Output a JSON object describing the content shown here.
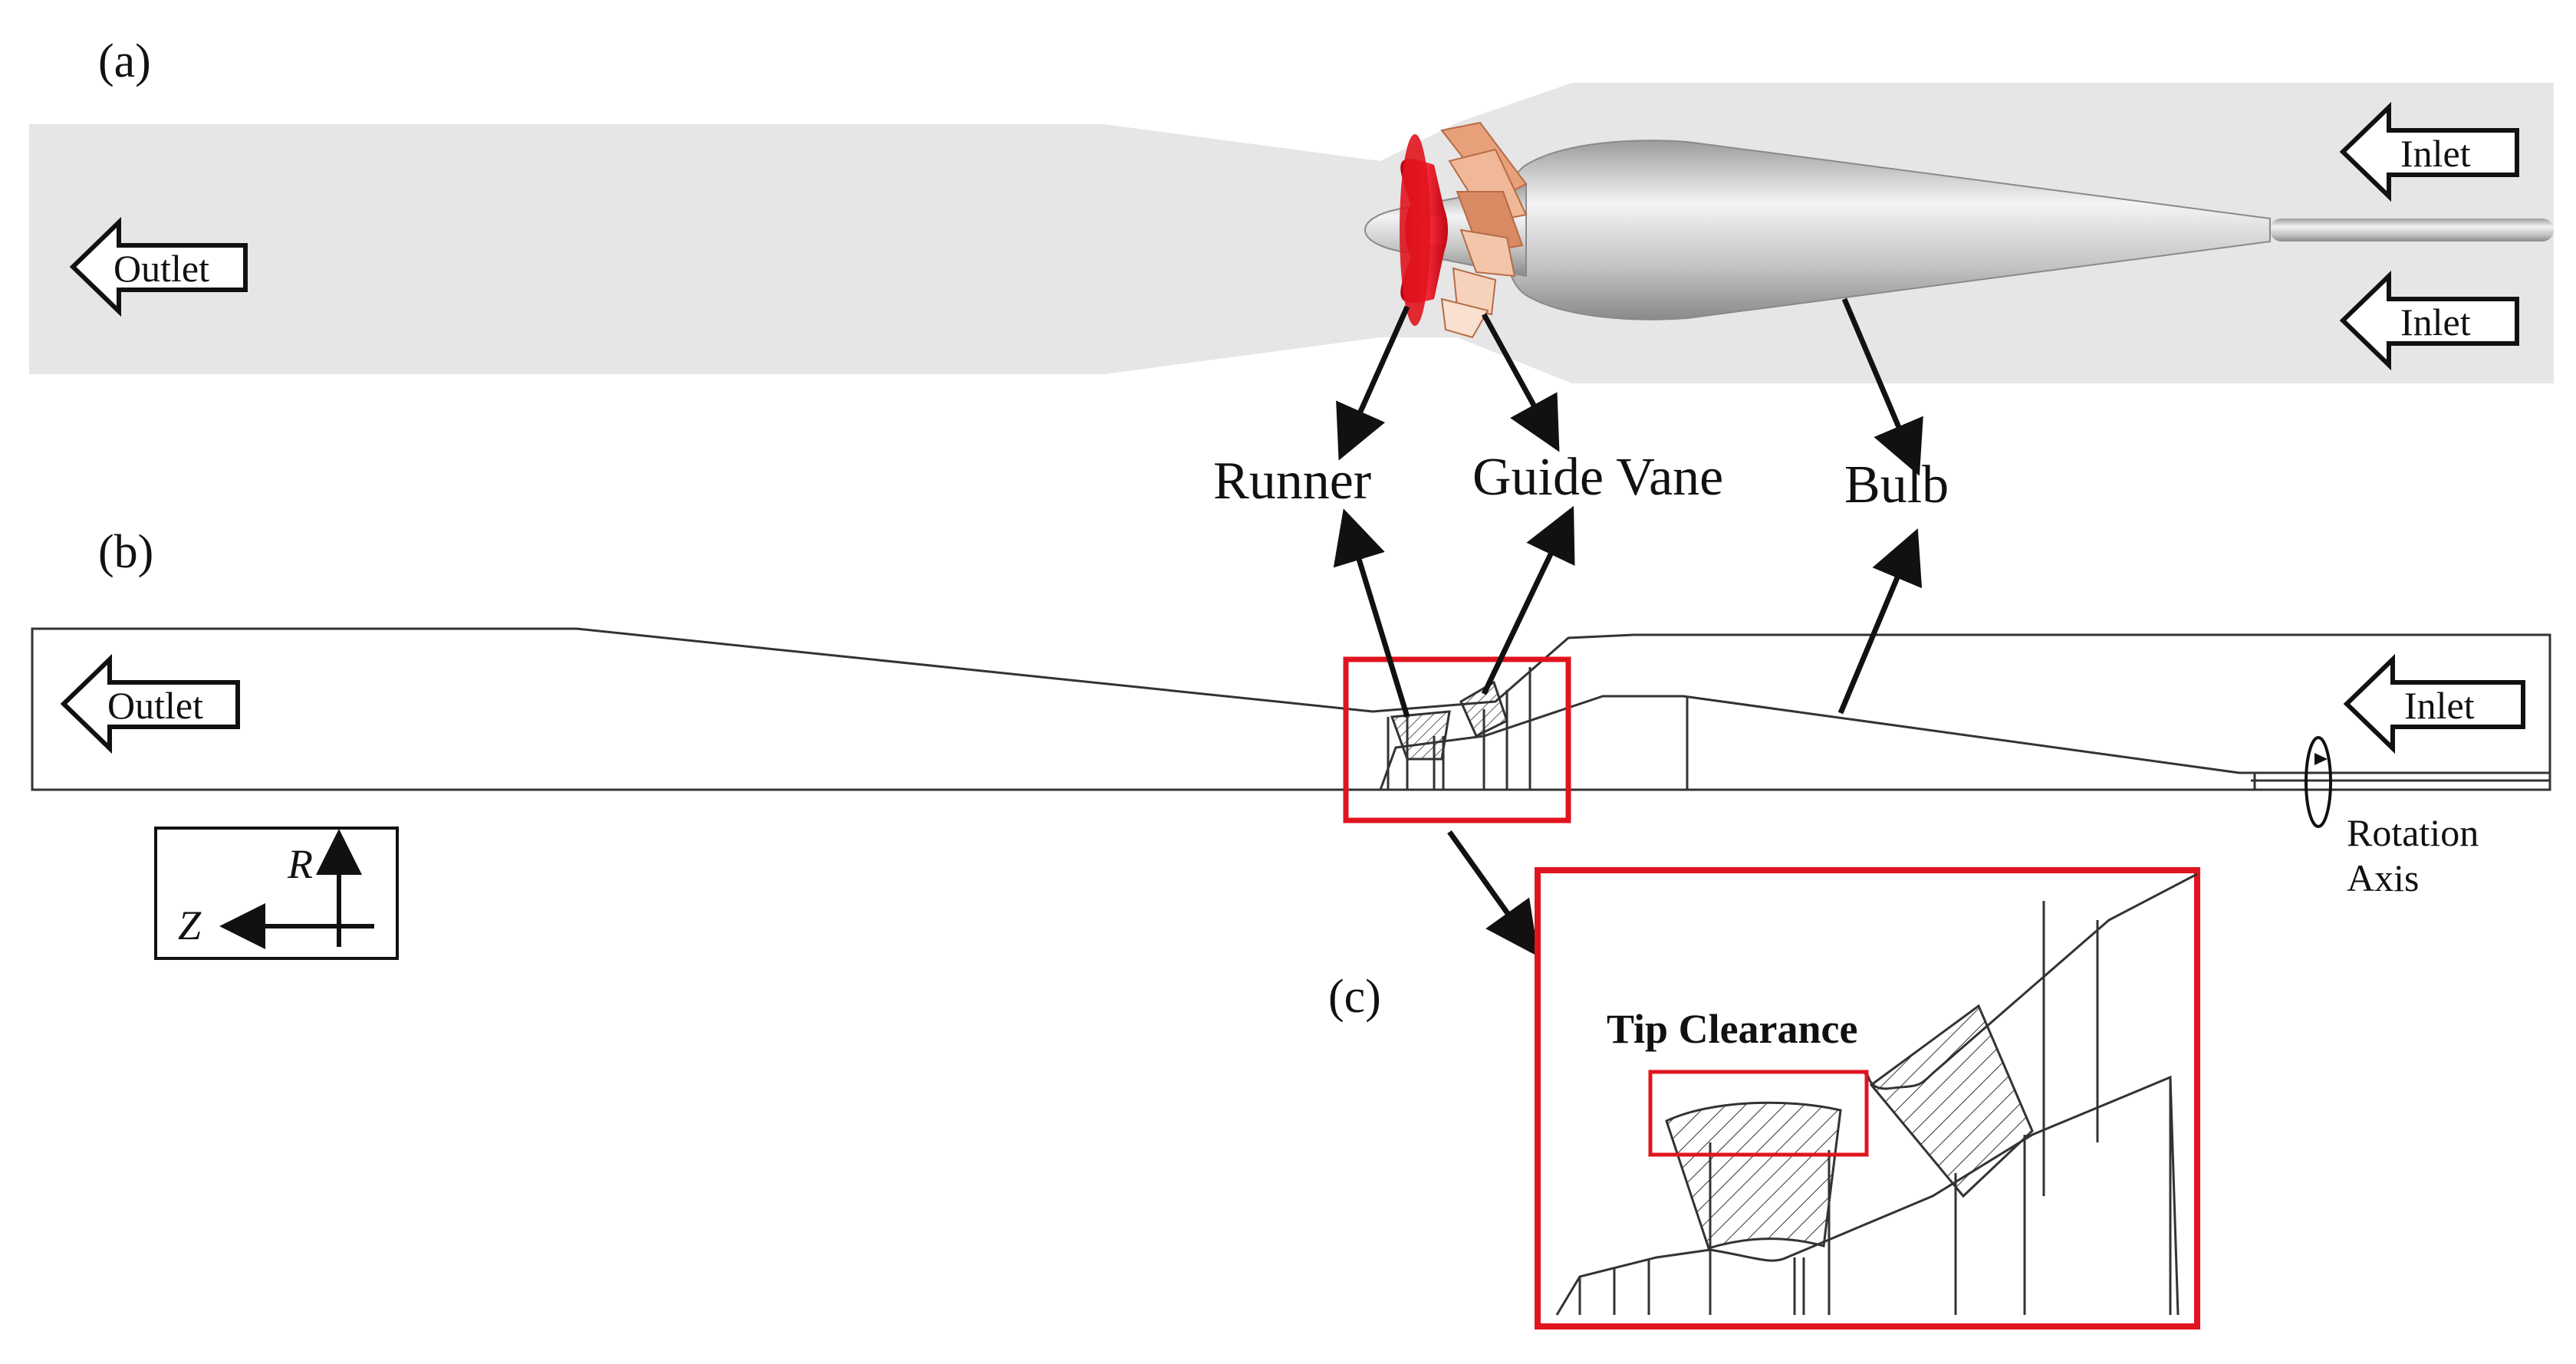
{
  "panels": {
    "a": {
      "label": "(a)"
    },
    "b": {
      "label": "(b)"
    },
    "c": {
      "label": "(c)"
    }
  },
  "flow": {
    "outlet": "Outlet",
    "inlet": "Inlet"
  },
  "components": {
    "runner": "Runner",
    "guide_vane": "Guide Vane",
    "bulb": "Bulb"
  },
  "axes": {
    "r": "R",
    "z": "Z"
  },
  "rotation": {
    "line1": "Rotation",
    "line2": "Axis"
  },
  "detail": {
    "tip_clearance": "Tip Clearance"
  },
  "colors": {
    "duct_fill": "#e6e6e6",
    "runner": "#e0141e",
    "guide_vane": "#e8a07a",
    "bulb_body": "#bdbdbd",
    "highlight_box": "#e0141e",
    "lines": "#111111"
  }
}
